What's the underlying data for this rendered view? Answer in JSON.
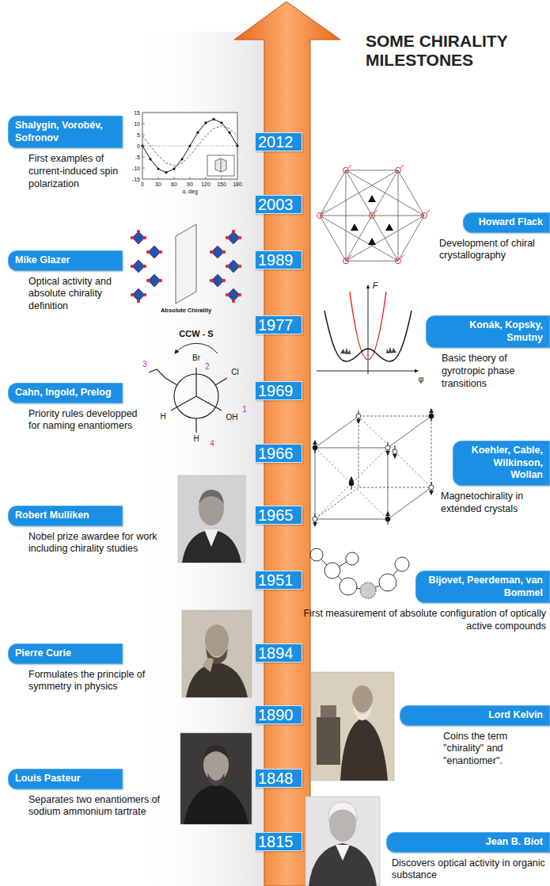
{
  "diagram": {
    "title": "SOME CHIRALITY MILESTONES",
    "nodes": [
      {
        "text": [
          "Shalygin, Vorobév, Sofronov",
          "First examples of current-induced spin polarization"
        ]
      },
      {
        "text": [
          "2012"
        ]
      },
      {
        "text": [
          "2003"
        ]
      },
      {
        "text": [
          "Howard Flack",
          "Development of chiral crystallography"
        ]
      },
      {
        "text": [
          "Mike Glazer",
          "Optical activity and absolute chirality definition"
        ]
      },
      {
        "text": [
          "1989"
        ]
      },
      {
        "text": [
          "1977"
        ]
      },
      {
        "text": [
          "Konák, Kopsky, Smutny",
          "Basic theory of gyrotropic phase transitions"
        ]
      },
      {
        "text": [
          "Cahn, Ingold, Prelog",
          "Priority rules developped for naming enantiomers"
        ]
      },
      {
        "text": [
          "1969"
        ]
      },
      {
        "text": [
          "1966"
        ]
      },
      {
        "text": [
          "Koehler, Cable, Wilkinson, Wollan",
          "Magnetochirality in extended crystals"
        ]
      },
      {
        "text": [
          "Robert Mulliken",
          "Nobel prize awardee for work including chirality studies"
        ]
      },
      {
        "text": [
          "1965"
        ]
      },
      {
        "text": [
          "1951"
        ]
      },
      {
        "text": [
          "Bijovet, Peerdeman, van Bommel",
          "First measurement of absolute configuration of optically active compounds"
        ]
      },
      {
        "text": [
          "Pierre Curie",
          "Formulates the principle of symmetry in physics"
        ]
      },
      {
        "text": [
          "1894"
        ]
      },
      {
        "text": [
          "1890"
        ]
      },
      {
        "text": [
          "Lord Kelvin",
          "Coins the term \"chirality\" and \"enantiomer\"."
        ]
      },
      {
        "text": [
          "Louis Pasteur",
          "Separates two enantiomers of sodium ammonium tartrate"
        ]
      },
      {
        "text": [
          "1848"
        ]
      },
      {
        "text": [
          "1815"
        ]
      },
      {
        "text": [
          "Jean B. Biot",
          "Discovers optical activity in organic substance"
        ]
      }
    ],
    "labels": [
      "15",
      "10",
      "5",
      "0",
      "-5",
      "-10",
      "-15",
      "0",
      "30",
      "60",
      "90",
      "120",
      "150",
      "180",
      "α, deg",
      "Absolute Chirality",
      "CCW - S",
      "Br",
      "2",
      "Cl",
      "H",
      "OH",
      "1",
      "3",
      "H",
      "4",
      "F",
      "φ"
    ]
  }
}
